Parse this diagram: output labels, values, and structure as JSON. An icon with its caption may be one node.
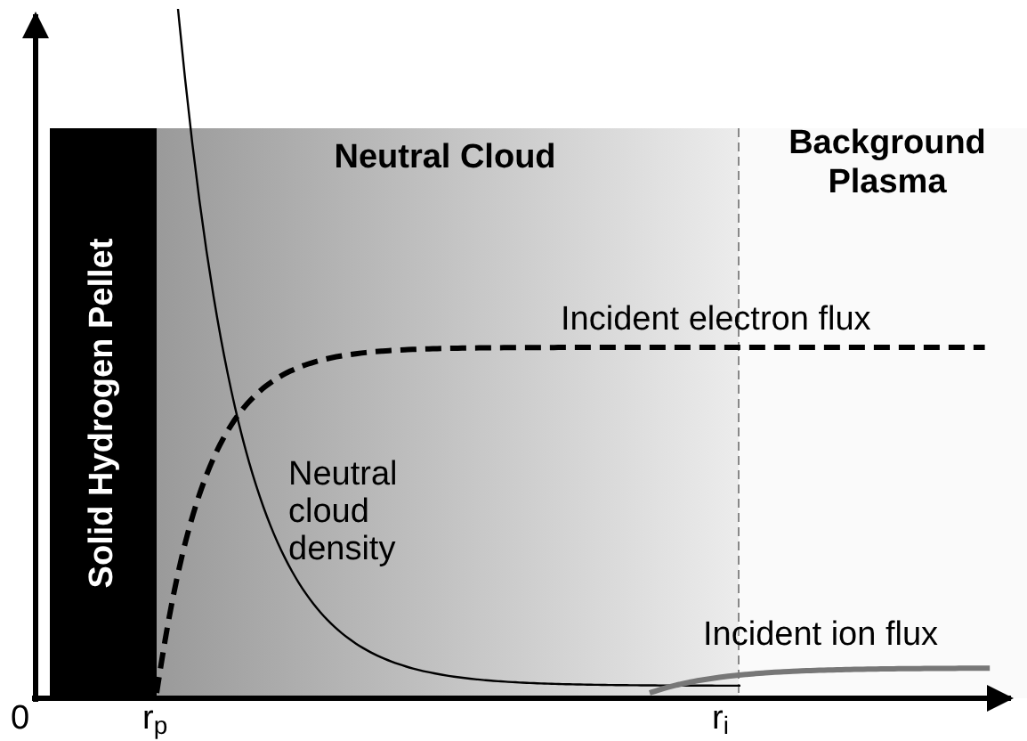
{
  "diagram": {
    "nodes": [
      {
        "text": [
          "Solid Hydrogen Pellet"
        ]
      },
      {
        "text": [
          "Neutral Cloud"
        ]
      },
      {
        "text": [
          "Background Plasma"
        ]
      }
    ],
    "labels": [
      "Incident electron flux",
      "Neutral cloud density",
      "Incident ion flux",
      "0",
      "r$_{p}$",
      "r$_{i}$"
    ]
  }
}
